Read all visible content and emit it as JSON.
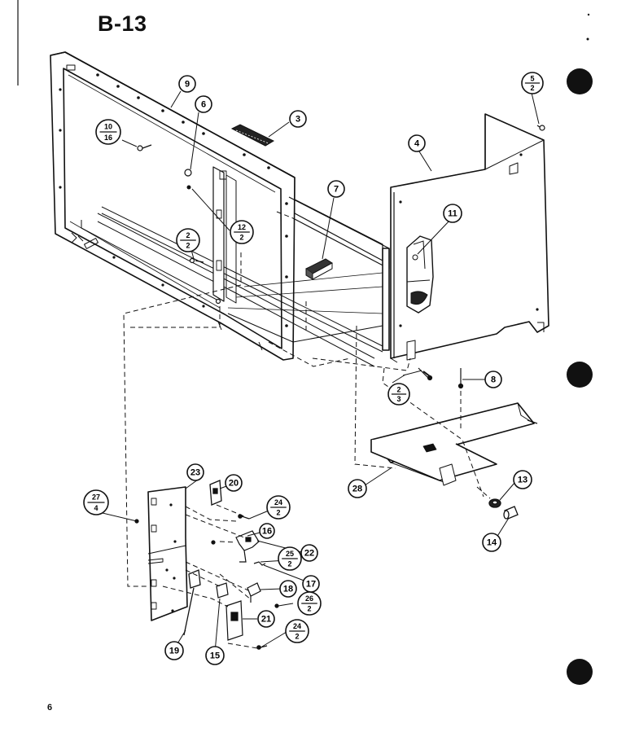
{
  "page": {
    "title": "B-13",
    "page_number": "6"
  },
  "callouts": {
    "c9": "9",
    "c6": "6",
    "c3": "3",
    "c5_2": [
      "5",
      "2"
    ],
    "c10_16": [
      "10",
      "16"
    ],
    "c4": "4",
    "c7": "7",
    "c11": "11",
    "c12_2": [
      "12",
      "2"
    ],
    "c2_2": [
      "2",
      "2"
    ],
    "c2_3": [
      "2",
      "3"
    ],
    "c8": "8",
    "c28": "28",
    "c13": "13",
    "c14": "14",
    "c23": "23",
    "c20": "20",
    "c27_4": [
      "27",
      "4"
    ],
    "c24_2a": [
      "24",
      "2"
    ],
    "c16": "16",
    "c22": "22",
    "c25_2": [
      "25",
      "2"
    ],
    "c17": "17",
    "c18": "18",
    "c26_2": [
      "26",
      "2"
    ],
    "c21": "21",
    "c24_2b": [
      "24",
      "2"
    ],
    "c19": "19",
    "c15": "15"
  },
  "colors": {
    "ink": "#111111",
    "paper": "#ffffff"
  }
}
